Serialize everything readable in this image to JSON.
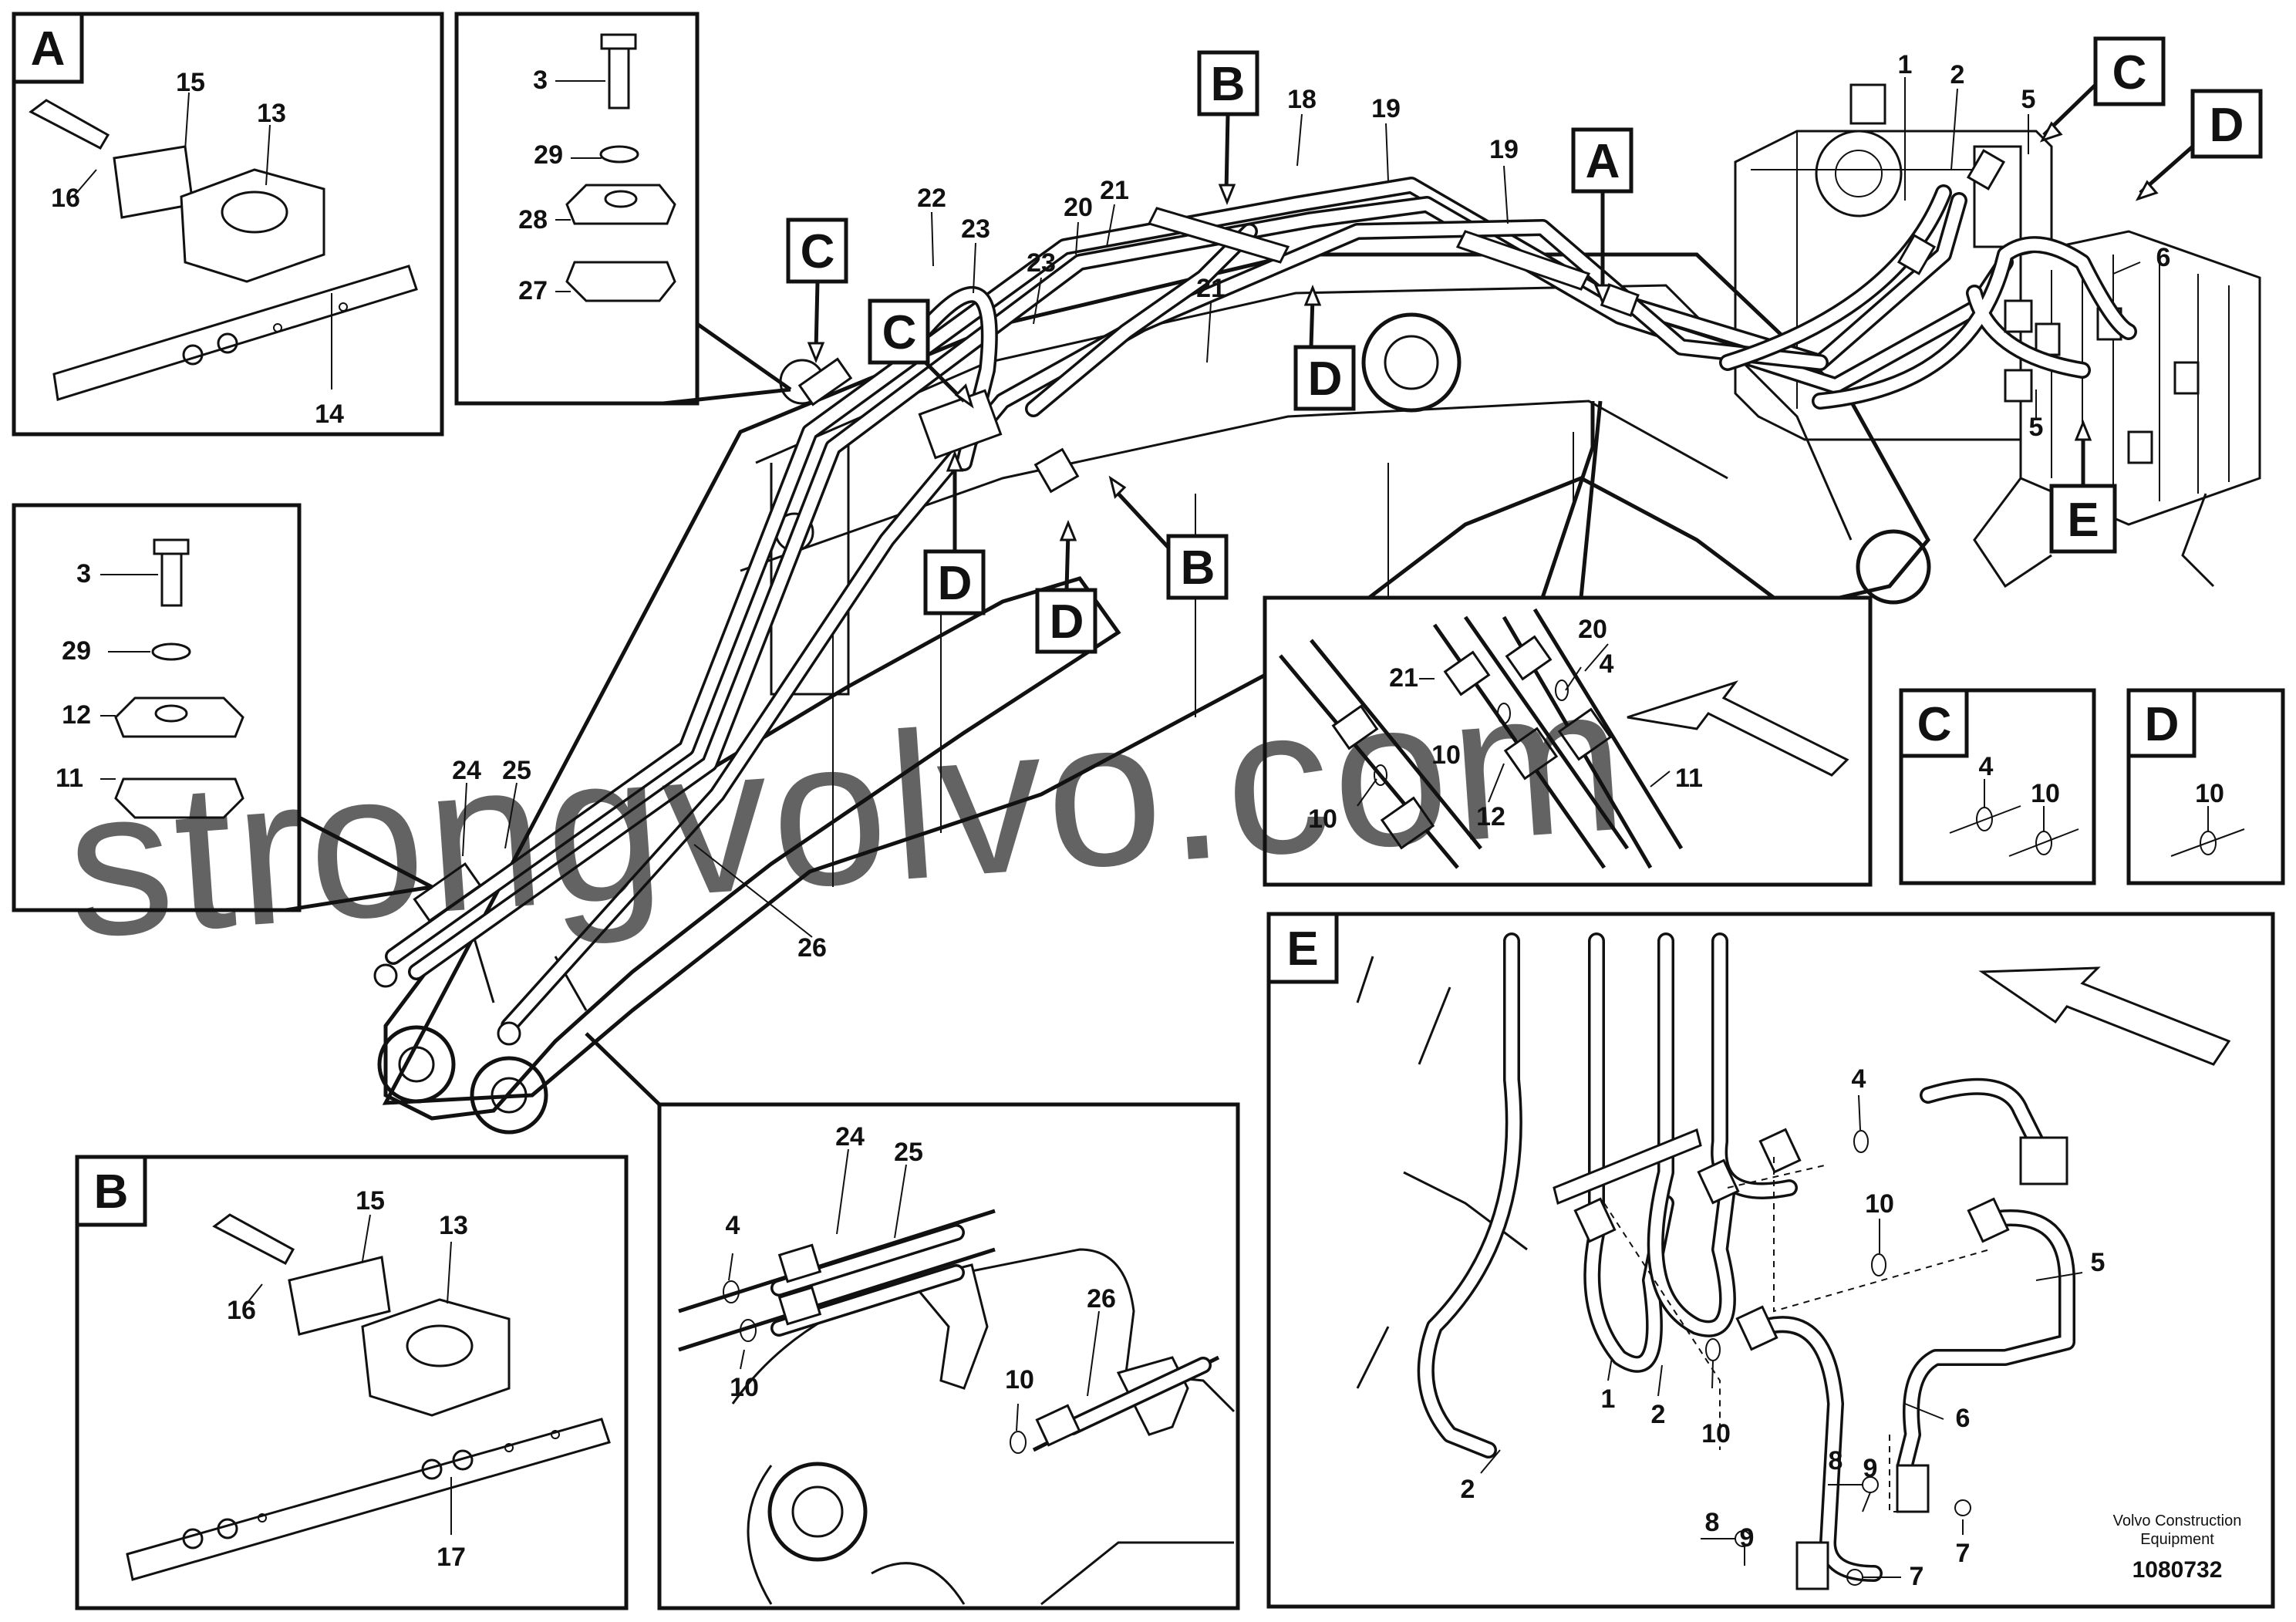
{
  "diagram": {
    "detail_letters": {
      "a": "A",
      "b": "B",
      "c": "C",
      "d": "D",
      "e": "E"
    },
    "part_numbers": {
      "p1": "1",
      "p2": "2",
      "p3": "3",
      "p4": "4",
      "p5": "5",
      "p6": "6",
      "p7": "7",
      "p8": "8",
      "p9": "9",
      "p10": "10",
      "p11": "11",
      "p12": "12",
      "p13": "13",
      "p14": "14",
      "p15": "15",
      "p16": "16",
      "p17": "17",
      "p18": "18",
      "p19": "19",
      "p20": "20",
      "p21": "21",
      "p22": "22",
      "p23": "23",
      "p24": "24",
      "p25": "25",
      "p26": "26",
      "p27": "27",
      "p28": "28",
      "p29": "29"
    },
    "footer": {
      "brand_line1": "Volvo Construction",
      "brand_line2": "Equipment",
      "drawing_number": "1080732"
    },
    "watermark": "strongvolvo.com"
  }
}
